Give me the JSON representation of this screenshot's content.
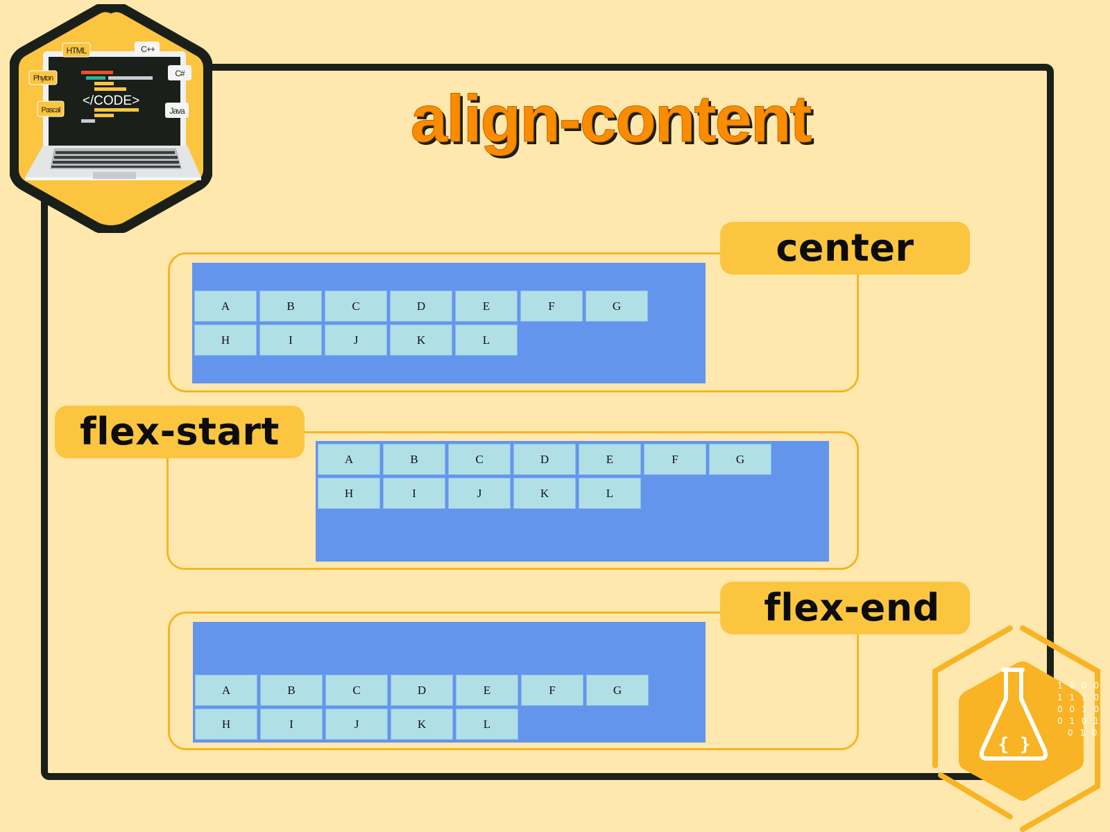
{
  "title": "align-content",
  "colors": {
    "background": "#ffe8ad",
    "frame": "#1b1f1a",
    "title": "#fb8c00",
    "panel_border": "#f8b424",
    "pill": "#fcc540",
    "container": "#6495ed",
    "item": "#b0e0e6"
  },
  "laptop_badge": {
    "icon": "laptop-code-icon",
    "screen_text": "</CODE>",
    "bubbles": [
      "HTML",
      "C++",
      "C#",
      "Phyton",
      "Pascal",
      "Java"
    ]
  },
  "examples": [
    {
      "label": "center",
      "align_content": "center",
      "items": [
        "A",
        "B",
        "C",
        "D",
        "E",
        "F",
        "G",
        "H",
        "I",
        "J",
        "K",
        "L"
      ]
    },
    {
      "label": "flex-start",
      "align_content": "flex-start",
      "items": [
        "A",
        "B",
        "C",
        "D",
        "E",
        "F",
        "G",
        "H",
        "I",
        "J",
        "K",
        "L"
      ]
    },
    {
      "label": "flex-end",
      "align_content": "flex-end",
      "items": [
        "A",
        "B",
        "C",
        "D",
        "E",
        "F",
        "G",
        "H",
        "I",
        "J",
        "K",
        "L"
      ]
    }
  ],
  "flask_badge": {
    "icon": "flask-code-icon",
    "braces": "{ }",
    "binary": [
      "1 0 0 0",
      "1 1 1 0",
      "0 0 1 0",
      "0 1 0 1",
      "0 1 0"
    ]
  }
}
